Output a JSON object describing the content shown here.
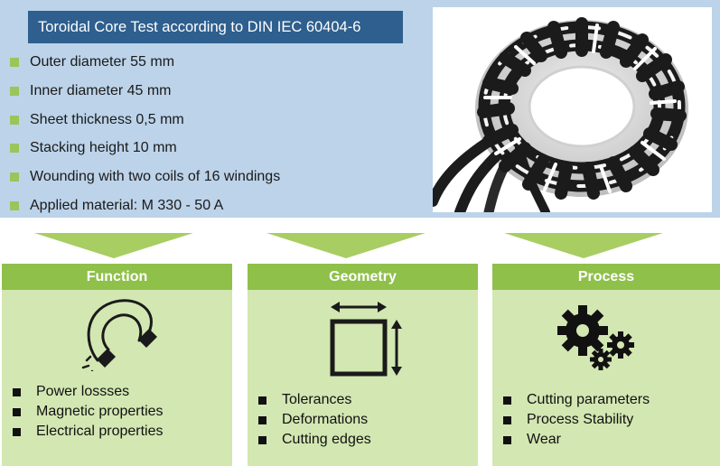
{
  "header": {
    "title": "Toroidal Core Test according to DIN IEC 60404-6"
  },
  "specs": [
    "Outer diameter 55 mm",
    "Inner diameter 45 mm",
    "Sheet thickness 0,5 mm",
    "Stacking height 10 mm",
    "Wounding with two coils of 16 windings",
    "Applied material: M 330 - 50 A"
  ],
  "panels": [
    {
      "title": "Function",
      "icon": "magnet-icon",
      "items": [
        "Power lossses",
        "Magnetic properties",
        "Electrical properties"
      ]
    },
    {
      "title": "Geometry",
      "icon": "dimensions-icon",
      "items": [
        "Tolerances",
        "Deformations",
        "Cutting edges"
      ]
    },
    {
      "title": "Process",
      "icon": "gears-icon",
      "items": [
        "Cutting parameters",
        "Process Stability",
        "Wear"
      ]
    }
  ],
  "colors": {
    "top_panel": "#bcd3e9",
    "title_box": "#2e5f8e",
    "bullet_green": "#9bc45b",
    "arrow_green": "#a8cd63",
    "panel_header": "#8fc04a",
    "panel_body": "#d3e7b2"
  }
}
